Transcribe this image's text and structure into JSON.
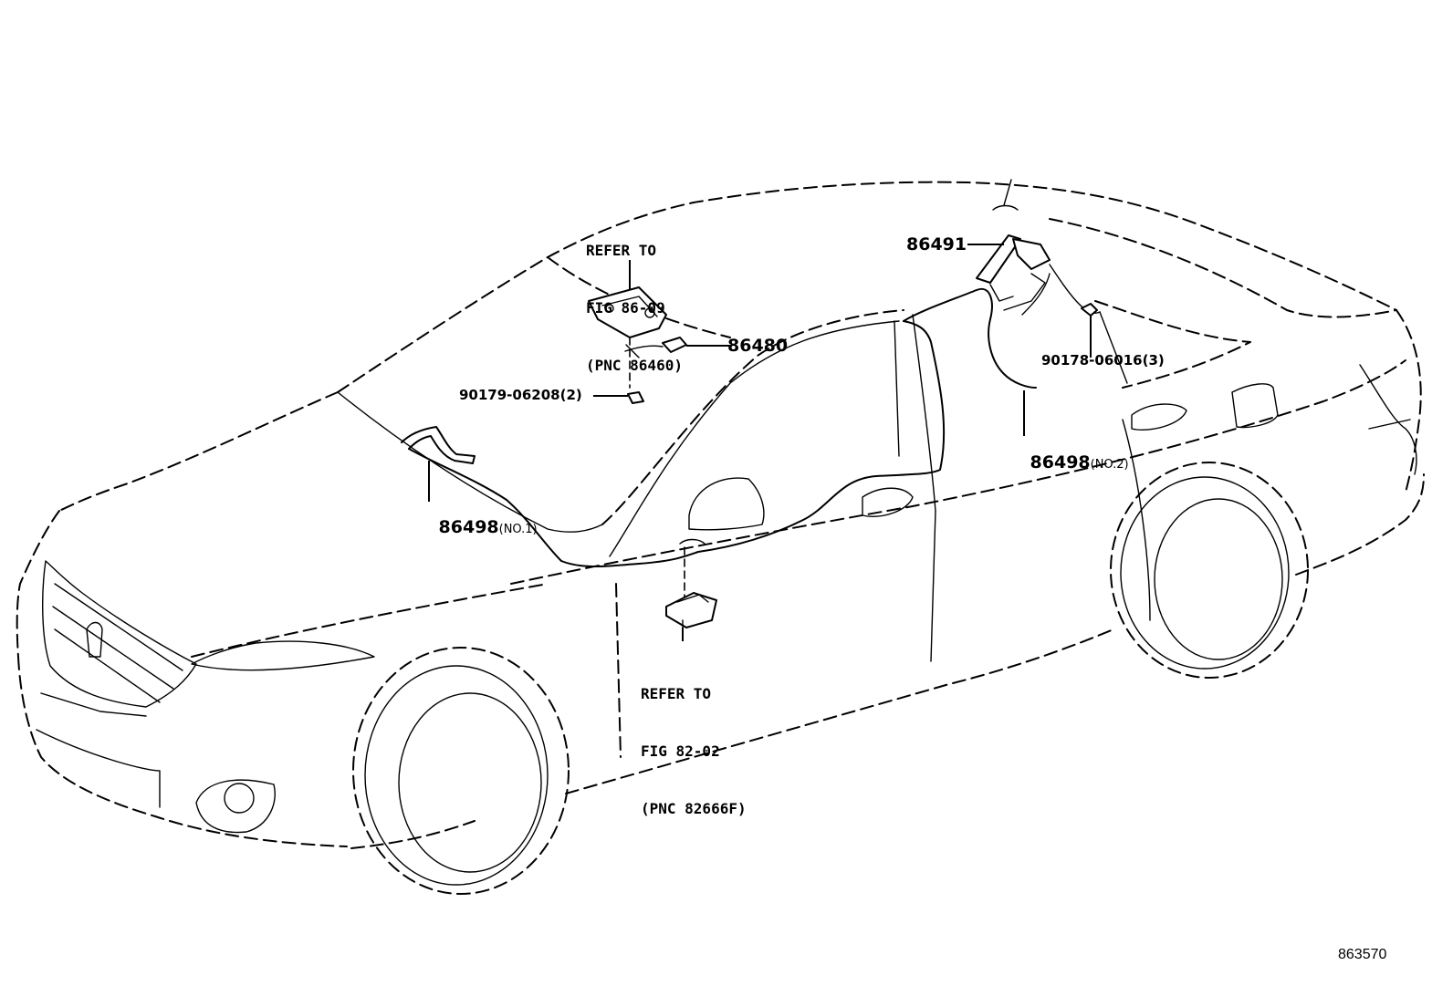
{
  "diagram": {
    "refs": [
      {
        "lines": [
          "REFER TO",
          "FIG 86-09",
          "(PNC 86460)"
        ]
      },
      {
        "lines": [
          "REFER TO",
          "FIG 82-02",
          "(PNC 82666F)"
        ]
      }
    ],
    "parts": {
      "p86491": "86491",
      "p86480": "86480",
      "p90179": "90179-06208(2)",
      "p90178": "90178-06016(3)",
      "p86498_1": "86498",
      "p86498_1_sub": "(NO.1)",
      "p86498_2": "86498",
      "p86498_2_sub": "(NO.2)"
    },
    "illustration_number": "863570"
  }
}
